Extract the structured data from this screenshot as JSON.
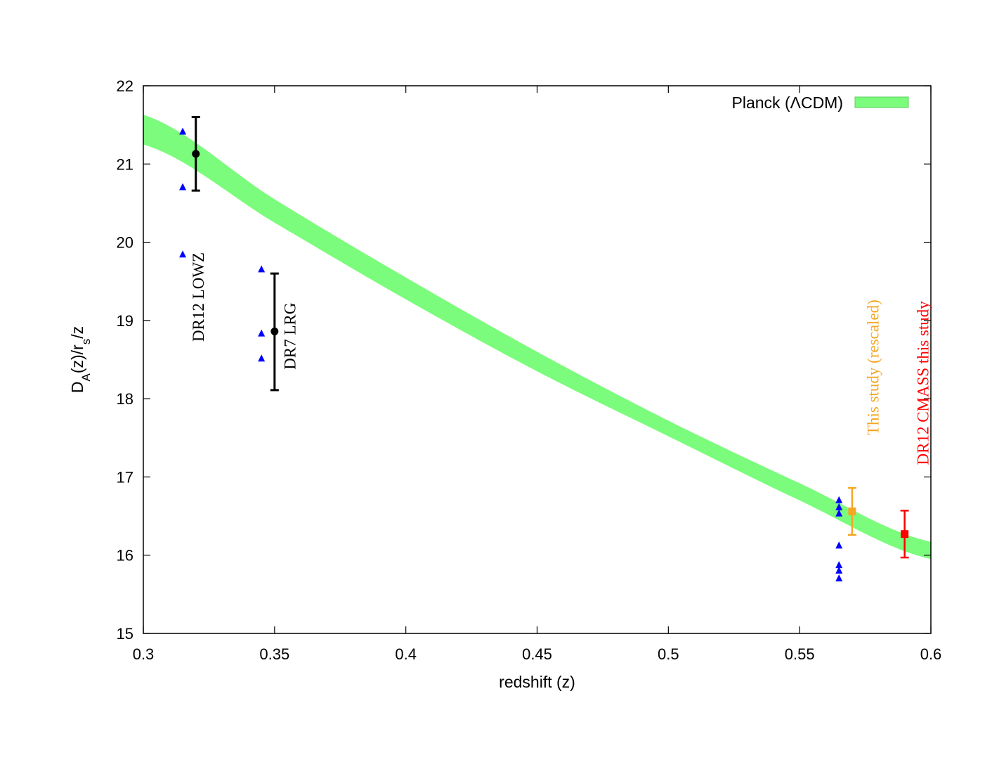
{
  "chart_data": {
    "type": "scatter",
    "xlabel": "redshift (z)",
    "ylabel": "D_A(z)/r_s/z",
    "xlim": [
      0.3,
      0.6
    ],
    "ylim": [
      15,
      22
    ],
    "x_ticks": [
      "0.3",
      "0.35",
      "0.4",
      "0.45",
      "0.5",
      "0.55",
      "0.6"
    ],
    "y_ticks": [
      "15",
      "16",
      "17",
      "18",
      "19",
      "20",
      "21",
      "22"
    ],
    "grid": false,
    "legend_position": "top-right",
    "band": {
      "name": "Planck (ΛCDM)",
      "color": "#7CFC7C",
      "x": [
        0.3,
        0.35,
        0.4,
        0.45,
        0.5,
        0.55,
        0.6
      ],
      "y_low": [
        21.25,
        20.25,
        19.27,
        18.35,
        17.52,
        16.7,
        15.95
      ],
      "y_high": [
        21.63,
        20.55,
        19.55,
        18.6,
        17.72,
        16.92,
        16.17
      ]
    },
    "series": [
      {
        "name": "DR12 LOWZ",
        "color": "#000000",
        "marker": "circle",
        "points": [
          {
            "x": 0.32,
            "y": 21.13,
            "err_low": 20.66,
            "err_high": 21.6
          }
        ]
      },
      {
        "name": "DR7 LRG",
        "color": "#000000",
        "marker": "circle",
        "points": [
          {
            "x": 0.35,
            "y": 18.86,
            "err_low": 18.11,
            "err_high": 19.6
          }
        ]
      },
      {
        "name": "This study (rescaled)",
        "color": "#F5A623",
        "marker": "square",
        "points": [
          {
            "x": 0.57,
            "y": 16.56,
            "err_low": 16.26,
            "err_high": 16.86
          }
        ]
      },
      {
        "name": "DR12 CMASS this study",
        "color": "#FF0000",
        "marker": "square",
        "points": [
          {
            "x": 0.59,
            "y": 16.27,
            "err_low": 15.97,
            "err_high": 16.57
          }
        ]
      },
      {
        "marker": "triangle",
        "color": "#0000FF",
        "points": [
          {
            "x": 0.315,
            "y": 21.42
          },
          {
            "x": 0.315,
            "y": 20.71
          },
          {
            "x": 0.315,
            "y": 19.85
          },
          {
            "x": 0.345,
            "y": 19.66
          },
          {
            "x": 0.345,
            "y": 18.84
          },
          {
            "x": 0.345,
            "y": 18.52
          },
          {
            "x": 0.565,
            "y": 16.71
          },
          {
            "x": 0.565,
            "y": 16.62
          },
          {
            "x": 0.565,
            "y": 16.54
          },
          {
            "x": 0.565,
            "y": 16.13
          },
          {
            "x": 0.565,
            "y": 15.88
          },
          {
            "x": 0.565,
            "y": 15.81
          },
          {
            "x": 0.565,
            "y": 15.71
          }
        ]
      }
    ],
    "annotations": [
      {
        "text": "DR12 LOWZ",
        "x": 0.323,
        "y": 19.3,
        "color": "#000000"
      },
      {
        "text": "DR7 LRG",
        "x": 0.358,
        "y": 18.8,
        "color": "#000000"
      },
      {
        "text": "This study (rescaled)",
        "x": 0.58,
        "y": 18.4,
        "color": "#F5A623"
      },
      {
        "text": "DR12 CMASS this study",
        "x": 0.599,
        "y": 18.2,
        "color": "#FF0000"
      }
    ]
  }
}
